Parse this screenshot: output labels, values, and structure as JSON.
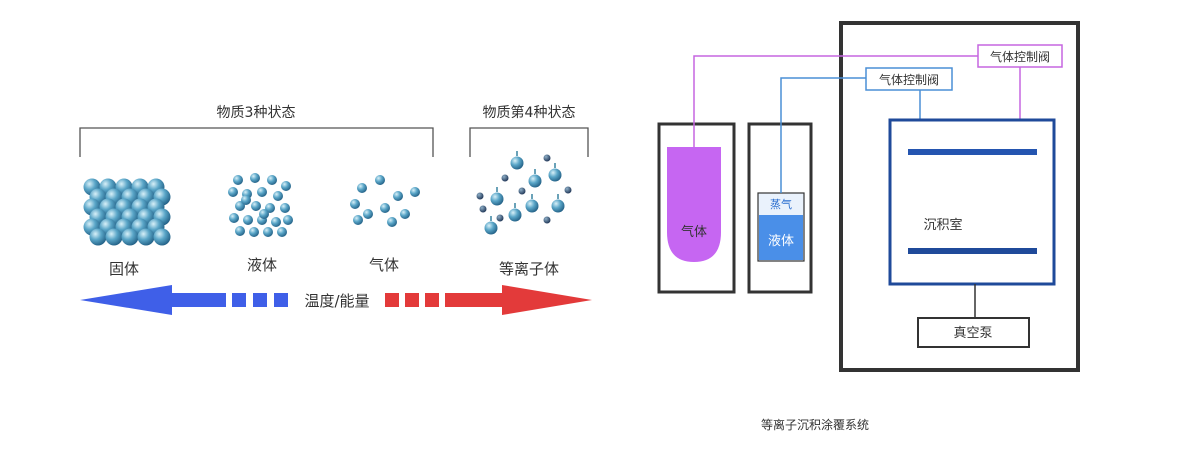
{
  "states": {
    "group3_label": "物质3种状态",
    "group4_label": "物质第4种状态",
    "solid": "固体",
    "liquid": "液体",
    "gas": "气体",
    "plasma": "等离子体",
    "arrow_label": "温度/能量"
  },
  "system": {
    "valve_left": "气体控制阀",
    "valve_right": "气体控制阀",
    "gas_tube": "气体",
    "vapor": "蒸气",
    "liquid": "液体",
    "chamber": "沉积室",
    "pump": "真空泵",
    "caption": "等离子沉积涂覆系统"
  },
  "colors": {
    "blue_arrow": "#3f5fe8",
    "red_arrow": "#e33a3a",
    "gas_fill": "#c666f2",
    "liquid_fill": "#4a8fe8",
    "vapor_fill": "#eaf2fc",
    "gas_line": "#c566e0",
    "vapor_line": "#4a8fd6",
    "chamber_border": "#1f4a9a",
    "plate": "#2455b0"
  }
}
